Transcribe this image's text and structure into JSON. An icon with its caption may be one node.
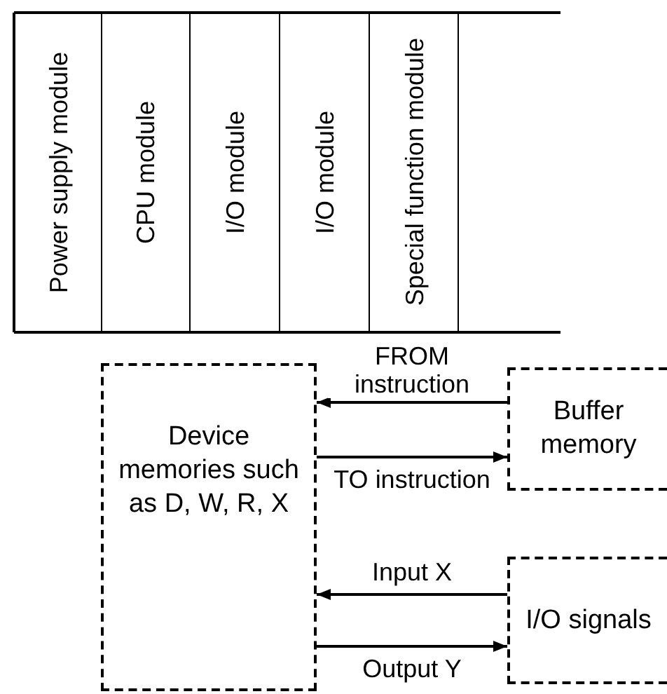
{
  "diagram": {
    "nodes": [
      {
        "text": [
          "Power supply module"
        ]
      },
      {
        "text": [
          "CPU module"
        ]
      },
      {
        "text": [
          "I/O module"
        ]
      },
      {
        "text": [
          "I/O module"
        ]
      },
      {
        "text": [
          "Special function module"
        ]
      },
      {
        "text": [
          "Device memories such as D, W, R, X"
        ]
      },
      {
        "text": [
          "Buffer memory"
        ]
      },
      {
        "text": [
          "I/O signals"
        ]
      }
    ],
    "edges": [
      {
        "from": 6,
        "to": 5,
        "arrow": "to",
        "label": "FROM instruction"
      },
      {
        "from": 5,
        "to": 6,
        "arrow": "to",
        "label": "TO instruction"
      },
      {
        "from": 7,
        "to": 5,
        "arrow": "to",
        "label": "Input X"
      },
      {
        "from": 5,
        "to": 7,
        "arrow": "to",
        "label": "Output Y"
      }
    ]
  }
}
